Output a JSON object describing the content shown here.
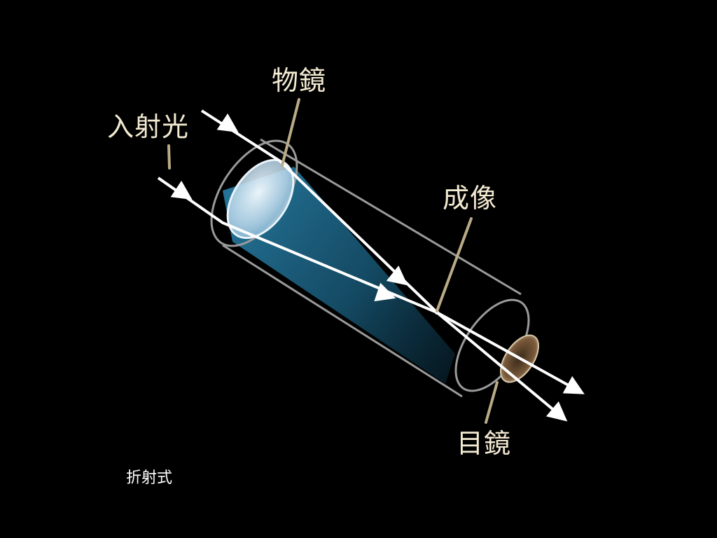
{
  "labels": {
    "incident_light": "入射光",
    "objective_lens": "物鏡",
    "image_point": "成像",
    "eyepiece_lens": "目鏡"
  },
  "caption": "折射式",
  "colors": {
    "background": "#000000",
    "label_text": "#f3ead2",
    "caption_text": "#ffffff",
    "tube_outline": "#9a9a9a",
    "light_ray": "#ffffff",
    "lens_glass": "#cfe6f5",
    "tube_glow": "#1f6f94",
    "leader_line": "#b9ab85",
    "eyepiece_tint": "#7a5a3a"
  }
}
